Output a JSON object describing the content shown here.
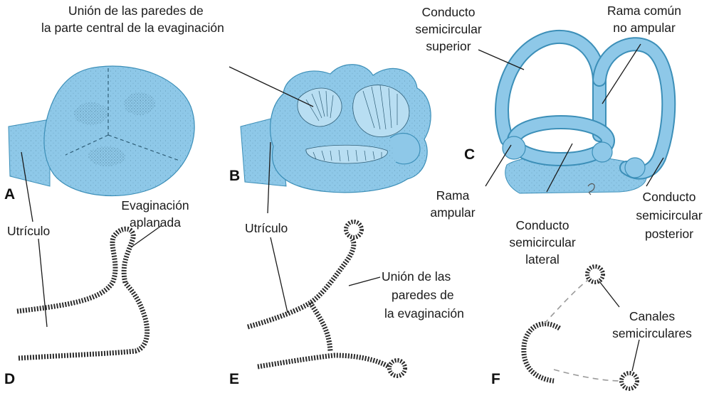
{
  "colors": {
    "tissue": "#8ec8e8",
    "tissue_edge": "#3c8fb8",
    "stipple": "#2f5e77",
    "epithelium": "#2b2b2b",
    "line": "#1a1a1a",
    "dashed": "#9a9a9a"
  },
  "labels": {
    "union_central_1": "Unión de las paredes de",
    "union_central_2": "la parte central de la evaginación",
    "conducto_sup_1": "Conducto",
    "conducto_sup_2": "semicircular",
    "conducto_sup_3": "superior",
    "rama_comun_1": "Rama común",
    "rama_comun_2": "no ampular",
    "utriculo_a": "Utrículo",
    "evag_aplanada_1": "Evaginación",
    "evag_aplanada_2": "aplanada",
    "utriculo_b": "Utrículo",
    "union_evag_1": "Unión de las",
    "union_evag_2": "paredes de",
    "union_evag_3": "la evaginación",
    "rama_ampular_1": "Rama",
    "rama_ampular_2": "ampular",
    "conducto_lat_1": "Conducto",
    "conducto_lat_2": "semicircular",
    "conducto_lat_3": "lateral",
    "conducto_post_1": "Conducto",
    "conducto_post_2": "semicircular",
    "conducto_post_3": "posterior",
    "canales_1": "Canales",
    "canales_2": "semicirculares"
  },
  "panels": {
    "a": "A",
    "b": "B",
    "c": "C",
    "d": "D",
    "e": "E",
    "f": "F"
  }
}
